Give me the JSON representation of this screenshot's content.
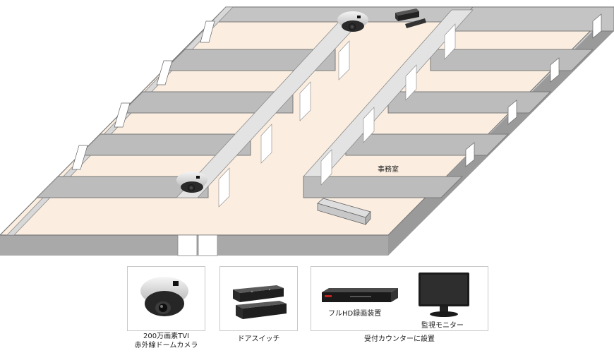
{
  "plan": {
    "office_label": "事務室"
  },
  "equipment": {
    "camera": {
      "caption_line1": "200万画素TVI",
      "caption_line2": "赤外線ドームカメラ",
      "icon": "dome-camera-icon"
    },
    "door_switch": {
      "caption": "ドアスイッチ",
      "icon": "door-switch-icon"
    },
    "reception": {
      "caption": "受付カウンターに設置",
      "recorder_label": "フルHD録画装置",
      "monitor_label": "監視モニター"
    }
  }
}
